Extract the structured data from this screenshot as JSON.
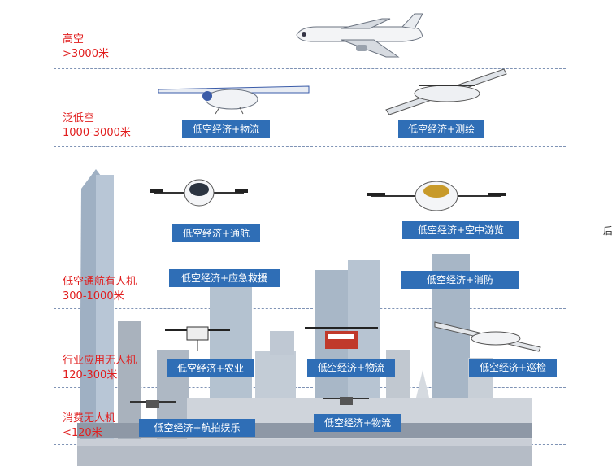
{
  "layers": [
    {
      "name": "高空",
      "range": ">3000米"
    },
    {
      "name": "泛低空",
      "range": "1000-3000米"
    },
    {
      "name": "低空通航有人机",
      "range": "300-1000米"
    },
    {
      "name": "行业应用无人机",
      "range": "120-300米"
    },
    {
      "name": "消费无人机",
      "range": "<120米"
    }
  ],
  "badges": [
    "低空经济+物流",
    "低空经济+测绘",
    "低空经济+通航",
    "低空经济+空中游览",
    "低空经济+应急救援",
    "低空经济+消防",
    "低空经济+农业",
    "低空经济+物流",
    "低空经济+巡检",
    "低空经济+航拍娱乐",
    "低空经济+物流"
  ],
  "edge_text": "后",
  "colors": {
    "label_red": "#e11e1e",
    "badge_blue": "#2f6eb6",
    "divider": "#7f93b5"
  }
}
